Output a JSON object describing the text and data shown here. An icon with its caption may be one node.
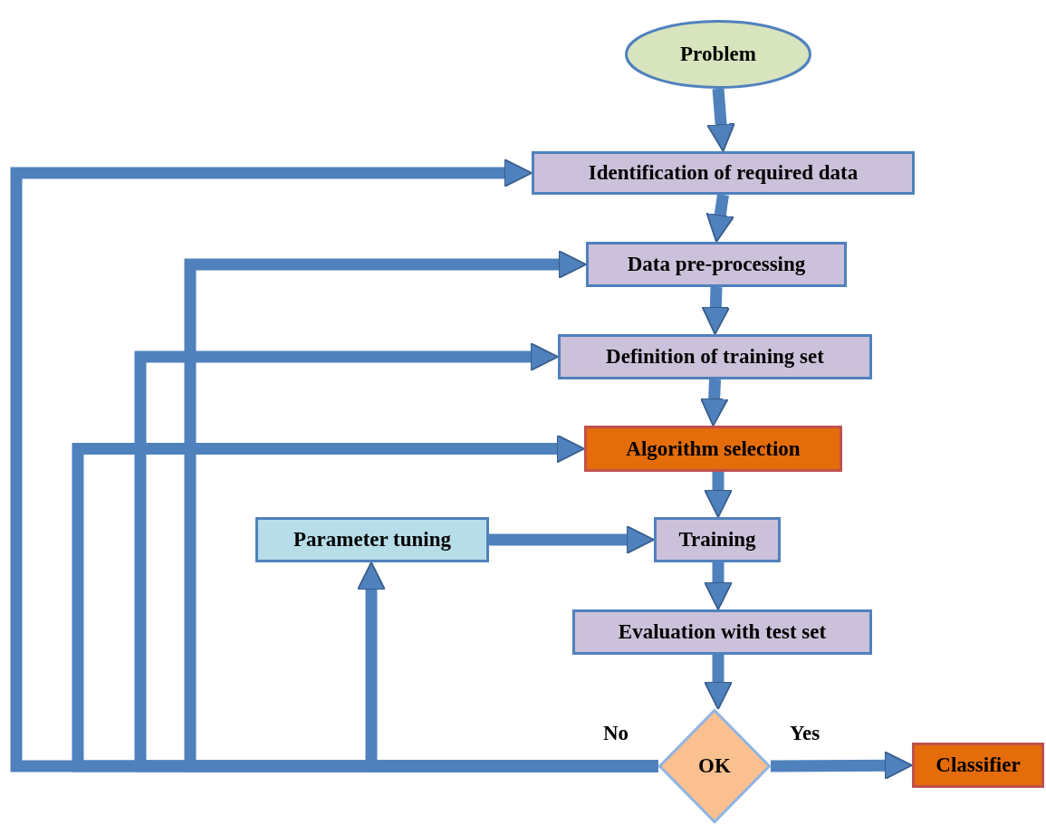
{
  "diagram": {
    "nodes": [
      {
        "text": [
          "Problem"
        ]
      },
      {
        "text": [
          "Identification of required data"
        ]
      },
      {
        "text": [
          "Data pre-processing"
        ]
      },
      {
        "text": [
          "Definition of training set"
        ]
      },
      {
        "text": [
          "Algorithm selection"
        ]
      },
      {
        "text": [
          "Parameter tuning"
        ]
      },
      {
        "text": [
          "Training"
        ]
      },
      {
        "text": [
          "Evaluation with test set"
        ]
      },
      {
        "text": [
          "OK"
        ]
      },
      {
        "text": [
          "Classifier"
        ]
      }
    ],
    "edges": [
      {
        "from": 0,
        "to": 1,
        "arrow": "to"
      },
      {
        "from": 1,
        "to": 2,
        "arrow": "to"
      },
      {
        "from": 2,
        "to": 3,
        "arrow": "to"
      },
      {
        "from": 3,
        "to": 4,
        "arrow": "to"
      },
      {
        "from": 4,
        "to": 6,
        "arrow": "to"
      },
      {
        "from": 5,
        "to": 6,
        "arrow": "to"
      },
      {
        "from": 6,
        "to": 7,
        "arrow": "to"
      },
      {
        "from": 7,
        "to": 8,
        "arrow": "to"
      },
      {
        "from": 8,
        "to": 9,
        "label": "Yes",
        "arrow": "to"
      },
      {
        "from": 8,
        "to": 1,
        "label": "No",
        "arrow": "to"
      },
      {
        "from": 8,
        "to": 2,
        "arrow": "to"
      },
      {
        "from": 8,
        "to": 3,
        "arrow": "to"
      },
      {
        "from": 8,
        "to": 4,
        "arrow": "to"
      },
      {
        "from": 8,
        "to": 5,
        "arrow": "to"
      }
    ]
  }
}
